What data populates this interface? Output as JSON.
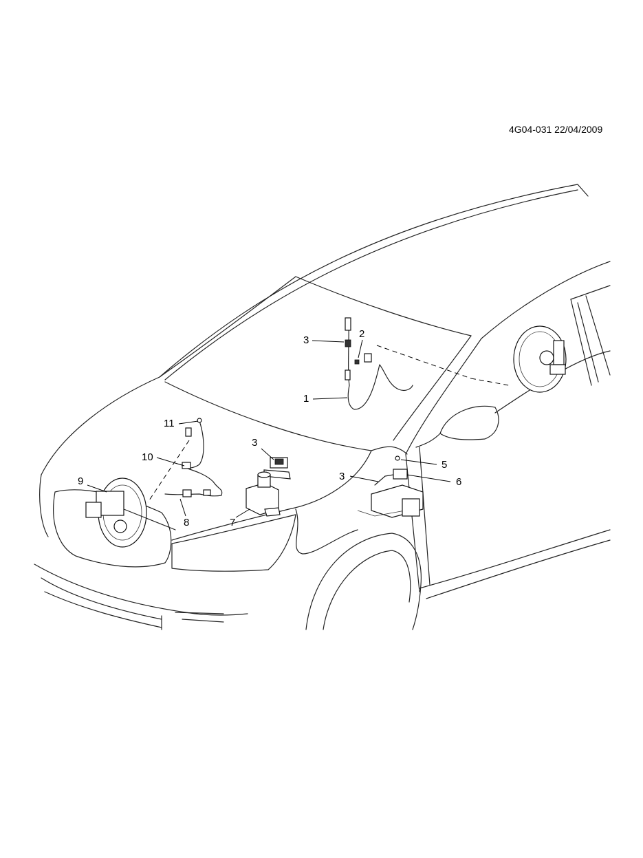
{
  "diagram": {
    "reference": "4G04-031 22/04/2009",
    "callouts": [
      {
        "id": "c1",
        "label": "1"
      },
      {
        "id": "c2",
        "label": "2"
      },
      {
        "id": "c3a",
        "label": "3"
      },
      {
        "id": "c3b",
        "label": "3"
      },
      {
        "id": "c3c",
        "label": "3"
      },
      {
        "id": "c5",
        "label": "5"
      },
      {
        "id": "c6",
        "label": "6"
      },
      {
        "id": "c7",
        "label": "7"
      },
      {
        "id": "c8",
        "label": "8"
      },
      {
        "id": "c9",
        "label": "9"
      },
      {
        "id": "c10",
        "label": "10"
      },
      {
        "id": "c11",
        "label": "11"
      }
    ]
  }
}
